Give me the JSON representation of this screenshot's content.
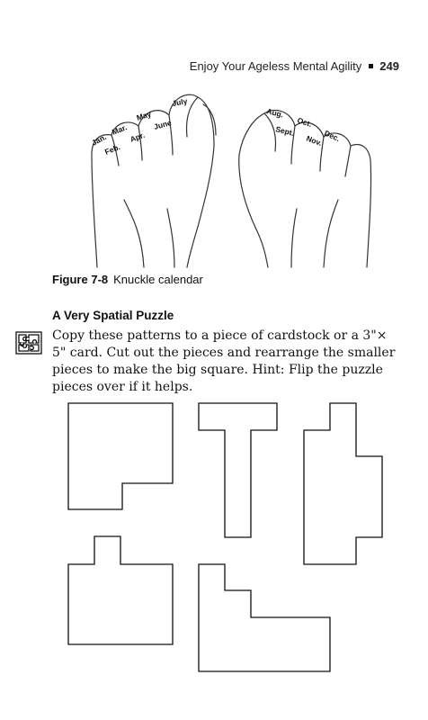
{
  "header": {
    "title": "Enjoy Your Ageless Mental Agility",
    "page_number": "249"
  },
  "figure": {
    "label": "Figure 7-8",
    "caption": "Knuckle calendar",
    "months": [
      "Jan.",
      "Feb.",
      "Mar.",
      "Apr.",
      "May",
      "June",
      "July",
      "Aug.",
      "Sept.",
      "Oct.",
      "Nov.",
      "Dec."
    ]
  },
  "section": {
    "heading": "A Very Spatial Puzzle",
    "icon": "puzzle-icon",
    "body": "Copy these patterns to a piece of cardstock or a 3\"× 5\" card. Cut out the pieces and rearrange the smaller pieces to make the big square. Hint: Flip the puzzle pieces over if it helps."
  }
}
